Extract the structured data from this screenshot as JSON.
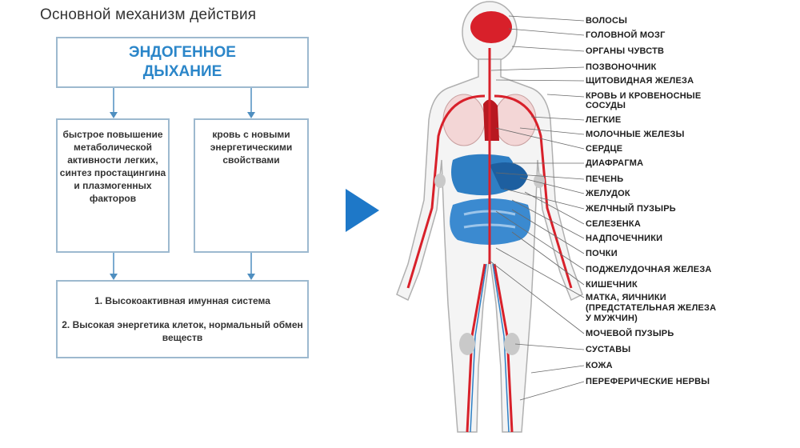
{
  "title": "Основной механизм действия",
  "boxes": {
    "top_line1": "ЭНДОГЕННОЕ",
    "top_line2": "ДЫХАНИЕ",
    "left": "быстрое повышение метаболической активности легких, синтез простацингина и плазмогенных факторов",
    "right": "кровь с новыми энергетическими свойствами",
    "bottom_line1": "1. Высокоактивная имунная система",
    "bottom_line2": "2. Высокая энергетика клеток, нормальный обмен веществ"
  },
  "colors": {
    "box_border": "#9db9cf",
    "heading_blue": "#2b86c9",
    "play_arrow": "#1e78c8",
    "artery_red": "#d8202a",
    "organ_blue": "#2f7fc4",
    "body_outline": "#b0b0b0"
  },
  "organ_labels": [
    "ВОЛОСЫ",
    "ГОЛОВНОЙ МОЗГ",
    "ОРГАНЫ ЧУВСТВ",
    "ПОЗВОНОЧНИК",
    "ЩИТОВИДНАЯ ЖЕЛЕЗА",
    "КРОВЬ И КРОВЕНОСНЫЕ",
    "СОСУДЫ",
    "ЛЕГКИЕ",
    "МОЛОЧНЫЕ ЖЕЛЕЗЫ",
    "СЕРДЦЕ",
    "ДИАФРАГМА",
    "ПЕЧЕНЬ",
    "ЖЕЛУДОК",
    "ЖЕЛЧНЫЙ ПУЗЫРЬ",
    "СЕЛЕЗЕНКА",
    "НАДПОЧЕЧНИКИ",
    "ПОЧКИ",
    "ПОДЖЕЛУДОЧНАЯ ЖЕЛЕЗА",
    "КИШЕЧНИК",
    "МАТКА, ЯИЧНИКИ",
    "(ПРЕДСТАТЕЛЬНАЯ ЖЕЛЕЗА",
    "У МУЖЧИН)",
    "МОЧЕВОЙ ПУЗЫРЬ",
    "СУСТАВЫ",
    "КОЖА",
    "ПЕРЕФЕРИЧЕСКИЕ НЕРВЫ"
  ]
}
